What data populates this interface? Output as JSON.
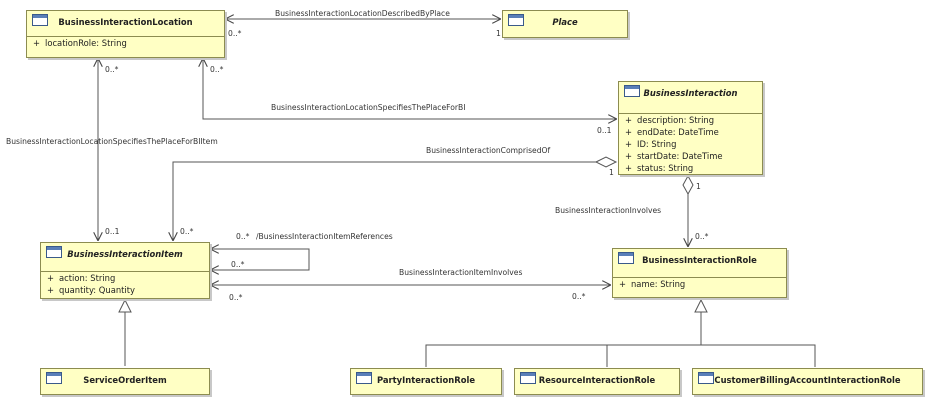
{
  "classes": {
    "business_interaction_location": {
      "name": "BusinessInteractionLocation",
      "attributes": [
        {
          "vis": "+",
          "text": "locationRole: String"
        }
      ]
    },
    "place": {
      "name": "Place",
      "attributes": []
    },
    "business_interaction": {
      "name": "BusinessInteraction",
      "attributes": [
        {
          "vis": "+",
          "text": "description: String"
        },
        {
          "vis": "+",
          "text": "endDate: DateTime"
        },
        {
          "vis": "+",
          "text": "ID: String"
        },
        {
          "vis": "+",
          "text": "startDate: DateTime"
        },
        {
          "vis": "+",
          "text": "status: String"
        }
      ]
    },
    "business_interaction_item": {
      "name": "BusinessInteractionItem",
      "attributes": [
        {
          "vis": "+",
          "text": "action: String"
        },
        {
          "vis": "+",
          "text": "quantity: Quantity"
        }
      ]
    },
    "business_interaction_role": {
      "name": "BusinessInteractionRole",
      "attributes": [
        {
          "vis": "+",
          "text": "name: String"
        }
      ]
    },
    "service_order_item": {
      "name": "ServiceOrderItem",
      "attributes": []
    },
    "party_interaction_role": {
      "name": "PartyInteractionRole",
      "attributes": []
    },
    "resource_interaction_role": {
      "name": "ResourceInteractionRole",
      "attributes": []
    },
    "customer_billing_account_interaction_role": {
      "name": "CustomerBillingAccountInteractionRole",
      "attributes": []
    }
  },
  "associations": {
    "described_by_place": "BusinessInteractionLocationDescribedByPlace",
    "specifies_place_for_bi": "BusinessInteractionLocationSpecifiesThePlaceForBI",
    "specifies_place_for_bi_item": "BusinessInteractionLocationSpecifiesThePlaceForBIItem",
    "comprised_of": "BusinessInteractionComprisedOf",
    "involves": "BusinessInteractionInvolves",
    "item_references": "/BusinessInteractionItemReferences",
    "item_involves": "BusinessInteractionItemInvolves"
  },
  "multiplicities": {
    "bil_place_src": "0..*",
    "bil_place_dst": "1",
    "bil_item_top": "0..*",
    "bil_bi_top": "0..*",
    "bil_bi_end": "0..1",
    "comprised_bi": "1",
    "involves_bi": "1",
    "involves_role": "0..*",
    "item_bil_end": "0..1",
    "item_comprised_end": "0..*",
    "item_ref_a": "0..*",
    "item_ref_b": "0..*",
    "item_involves_src": "0..*",
    "item_involves_dst": "0..*"
  }
}
